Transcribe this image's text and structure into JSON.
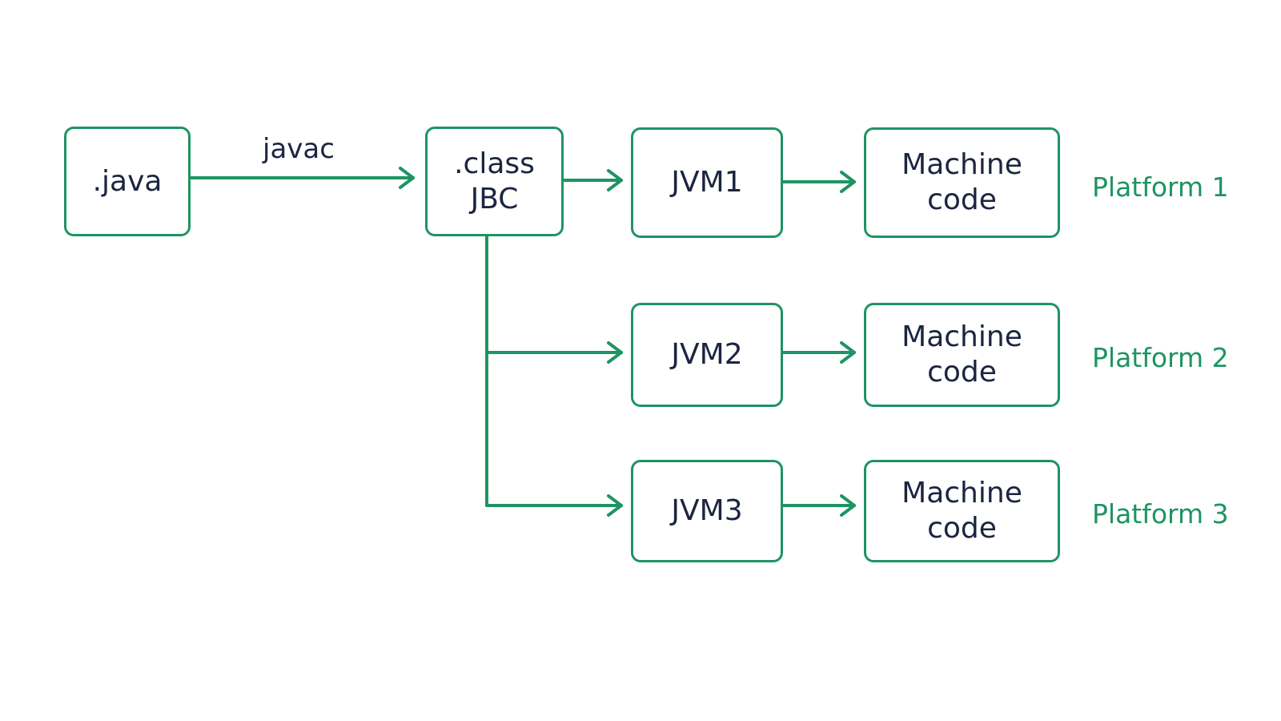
{
  "colors": {
    "accent": "#1e9463",
    "text": "#1b2540",
    "background": "#ffffff"
  },
  "diagram": {
    "source": {
      "label": ".java"
    },
    "compile_edge": {
      "label": "javac"
    },
    "bytecode": {
      "line1": ".class",
      "line2": "JBC"
    },
    "platforms": [
      {
        "jvm": "JVM1",
        "machine_line1": "Machine",
        "machine_line2": "code",
        "platform": "Platform 1"
      },
      {
        "jvm": "JVM2",
        "machine_line1": "Machine",
        "machine_line2": "code",
        "platform": "Platform 2"
      },
      {
        "jvm": "JVM3",
        "machine_line1": "Machine",
        "machine_line2": "code",
        "platform": "Platform 3"
      }
    ]
  }
}
